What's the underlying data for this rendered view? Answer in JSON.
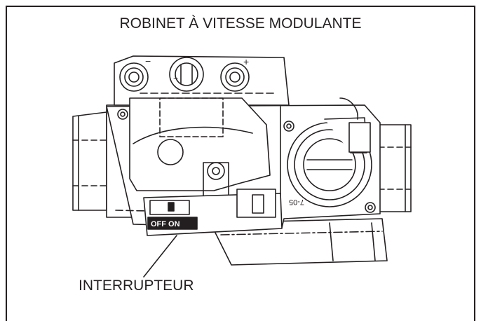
{
  "title": "ROBINET À VITESSE MODULANTE",
  "callout_label": "INTERRUPTEUR",
  "switch_text": "OFF ON",
  "date_code": "7-05",
  "port_minus_left": "−",
  "port_minus_center": "−",
  "port_plus": "+",
  "colors": {
    "line": "#231f20",
    "background": "#ffffff"
  }
}
